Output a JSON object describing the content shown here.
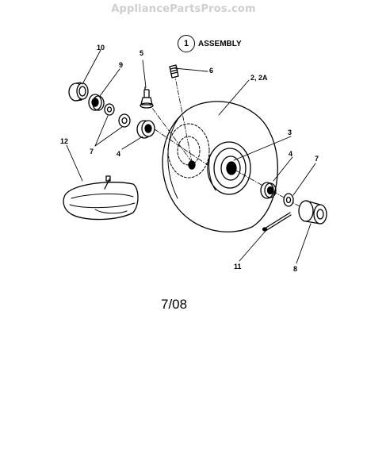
{
  "watermark": "AppliancePartsPros.com",
  "assembly": {
    "number": "1",
    "label": "ASSEMBLY"
  },
  "callouts": {
    "c10": "10",
    "c9": "9",
    "c5": "5",
    "c6": "6",
    "c22a": "2, 2A",
    "c7a": "7",
    "c3": "3",
    "c4a": "4",
    "c12": "12",
    "c4b": "4",
    "c7b": "7",
    "c11": "11",
    "c8": "8"
  },
  "date": "7/08"
}
